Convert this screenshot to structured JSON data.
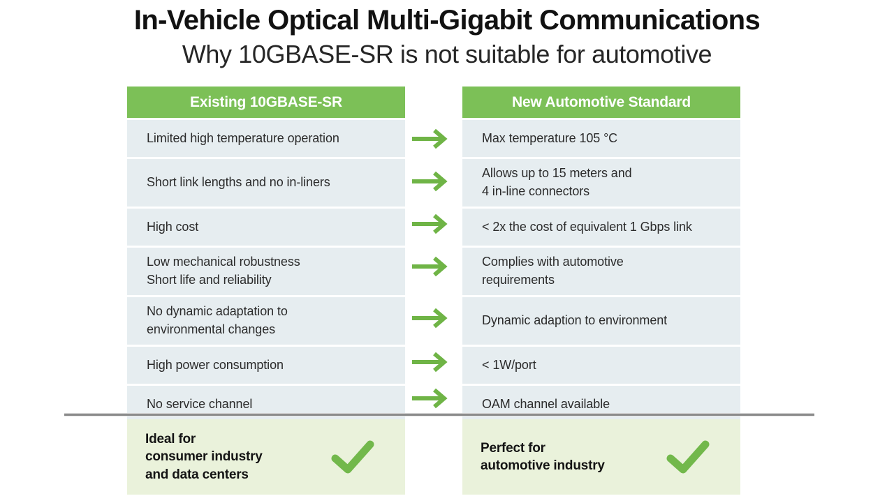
{
  "title": {
    "main": "In-Vehicle Optical Multi-Gigabit Communications",
    "sub": "Why 10GBASE-SR is not suitable for automotive"
  },
  "colors": {
    "header_green": "#7CC057",
    "row_bg": "#E6EDF0",
    "summary_bg": "#EAF2DB",
    "arrow_green": "#6FB446",
    "check_green": "#72B84B",
    "rule_gray": "#8c8c8c"
  },
  "comparison": {
    "left_header": "Existing 10GBASE-SR",
    "right_header": "New Automotive Standard",
    "arrow_icon": "arrow-right-icon",
    "rows": [
      {
        "left_line1": "Limited high temperature operation",
        "left_line2": "",
        "right_line1": "Max temperature 105 °C",
        "right_line2": "",
        "height": "h1"
      },
      {
        "left_line1": "Short link lengths and no in-liners",
        "left_line2": "",
        "right_line1": "Allows up to 15 meters and",
        "right_line2": "4 in-line connectors",
        "height": "h2"
      },
      {
        "left_line1": "High cost",
        "left_line2": "",
        "right_line1": "< 2x the cost of equivalent 1 Gbps link",
        "right_line2": "",
        "height": "h1"
      },
      {
        "left_line1": "Low mechanical robustness",
        "left_line2": "Short life and reliability",
        "right_line1": "Complies with automotive",
        "right_line2": "requirements",
        "height": "h2"
      },
      {
        "left_line1": "No dynamic adaptation to",
        "left_line2": "environmental changes",
        "right_line1": "Dynamic adaption to environment",
        "right_line2": "",
        "height": "h2"
      },
      {
        "left_line1": "High power consumption",
        "left_line2": "",
        "right_line1": "< 1W/port",
        "right_line2": "",
        "height": "h1"
      },
      {
        "left_line1": "No service channel",
        "left_line2": "",
        "right_line1": "OAM channel available",
        "right_line2": "",
        "height": "h1"
      }
    ]
  },
  "summaries": {
    "left": {
      "line1": "Ideal for",
      "line2": "consumer industry",
      "line3": "and data centers",
      "icon": "check-icon"
    },
    "right": {
      "line1": "Perfect for",
      "line2": "automotive industry",
      "line3": "",
      "icon": "check-icon"
    }
  }
}
